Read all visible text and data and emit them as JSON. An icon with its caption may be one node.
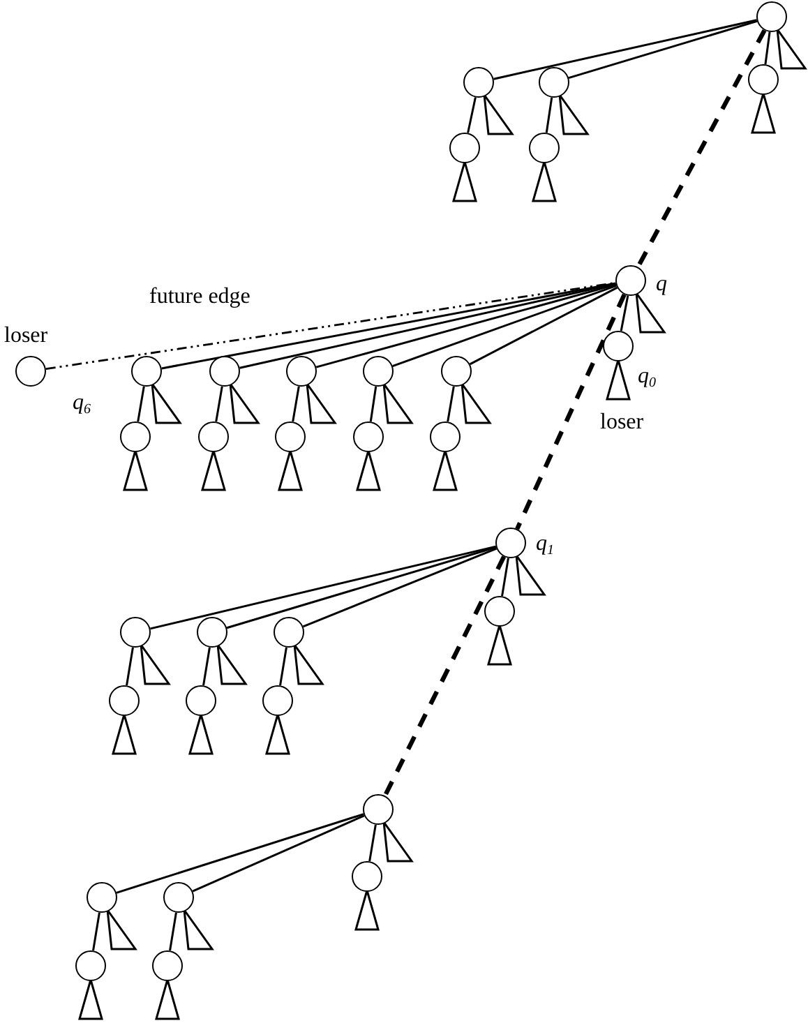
{
  "diagram": {
    "nodes": [
      {
        "text": [],
        "shape": "circle"
      },
      {
        "text": [],
        "shape": "circle"
      },
      {
        "text": [],
        "shape": "circle"
      },
      {
        "text": [],
        "shape": "circle"
      },
      {
        "text": [],
        "shape": "circle"
      },
      {
        "text": [],
        "shape": "circle"
      },
      {
        "text": [
          "loser"
        ]
      },
      {
        "text": [],
        "shape": "circle",
        "beside": [
          "q"
        ]
      },
      {
        "text": [],
        "shape": "circle",
        "beside": [
          "q$_{6}$"
        ]
      },
      {
        "text": [],
        "shape": "circle"
      },
      {
        "text": [],
        "shape": "circle"
      },
      {
        "text": [],
        "shape": "circle"
      },
      {
        "text": [],
        "shape": "circle"
      },
      {
        "text": [],
        "shape": "circle"
      },
      {
        "text": [],
        "shape": "circle"
      },
      {
        "text": [],
        "shape": "circle"
      },
      {
        "text": [],
        "shape": "circle"
      },
      {
        "text": [],
        "shape": "circle"
      },
      {
        "text": [],
        "shape": "circle",
        "beside": [
          "q$_{0}$"
        ]
      },
      {
        "text": [],
        "shape": "circle",
        "beside": [
          "q$_{1}$"
        ]
      },
      {
        "text": [],
        "shape": "circle"
      },
      {
        "text": [],
        "shape": "circle"
      },
      {
        "text": [],
        "shape": "circle"
      },
      {
        "text": [],
        "shape": "circle"
      },
      {
        "text": [],
        "shape": "circle"
      },
      {
        "text": [],
        "shape": "circle"
      },
      {
        "text": [],
        "shape": "circle"
      },
      {
        "text": [],
        "shape": "circle"
      },
      {
        "text": [],
        "shape": "circle"
      },
      {
        "text": [],
        "shape": "circle"
      },
      {
        "text": [],
        "shape": "circle"
      },
      {
        "text": [],
        "shape": "circle"
      },
      {
        "text": [],
        "shape": "circle"
      }
    ],
    "edges": [
      {
        "from": 0,
        "to": 1,
        "arrow": "none"
      },
      {
        "from": 1,
        "to": 2,
        "arrow": "none"
      },
      {
        "from": 0,
        "to": 3,
        "arrow": "none"
      },
      {
        "from": 3,
        "to": 4,
        "arrow": "none"
      },
      {
        "from": 0,
        "to": 5,
        "arrow": "none"
      },
      {
        "from": 6,
        "to": 7,
        "arrow": "none",
        "label": "future edge",
        "style": "dashed"
      },
      {
        "from": 7,
        "to": 8,
        "arrow": "none"
      },
      {
        "from": 8,
        "to": 9,
        "arrow": "none"
      },
      {
        "from": 7,
        "to": 10,
        "arrow": "none"
      },
      {
        "from": 10,
        "to": 11,
        "arrow": "none"
      },
      {
        "from": 7,
        "to": 12,
        "arrow": "none"
      },
      {
        "from": 12,
        "to": 13,
        "arrow": "none"
      },
      {
        "from": 7,
        "to": 14,
        "arrow": "none"
      },
      {
        "from": 14,
        "to": 15,
        "arrow": "none"
      },
      {
        "from": 7,
        "to": 16,
        "arrow": "none"
      },
      {
        "from": 16,
        "to": 17,
        "arrow": "none"
      },
      {
        "from": 7,
        "to": 18,
        "arrow": "none"
      },
      {
        "from": 19,
        "to": 20,
        "arrow": "none"
      },
      {
        "from": 20,
        "to": 21,
        "arrow": "none"
      },
      {
        "from": 19,
        "to": 22,
        "arrow": "none"
      },
      {
        "from": 22,
        "to": 23,
        "arrow": "none"
      },
      {
        "from": 19,
        "to": 24,
        "arrow": "none"
      },
      {
        "from": 24,
        "to": 25,
        "arrow": "none"
      },
      {
        "from": 19,
        "to": 26,
        "arrow": "none"
      },
      {
        "from": 27,
        "to": 28,
        "arrow": "none"
      },
      {
        "from": 28,
        "to": 29,
        "arrow": "none"
      },
      {
        "from": 27,
        "to": 30,
        "arrow": "none"
      },
      {
        "from": 30,
        "to": 31,
        "arrow": "none"
      },
      {
        "from": 27,
        "to": 32,
        "arrow": "none"
      },
      {
        "from": 0,
        "to": 7,
        "arrow": "none",
        "style": "dashed"
      },
      {
        "from": 7,
        "to": 19,
        "arrow": "none",
        "style": "dashed"
      },
      {
        "from": 19,
        "to": 27,
        "arrow": "none",
        "style": "dashed"
      }
    ],
    "labels": [
      "loser"
    ]
  }
}
